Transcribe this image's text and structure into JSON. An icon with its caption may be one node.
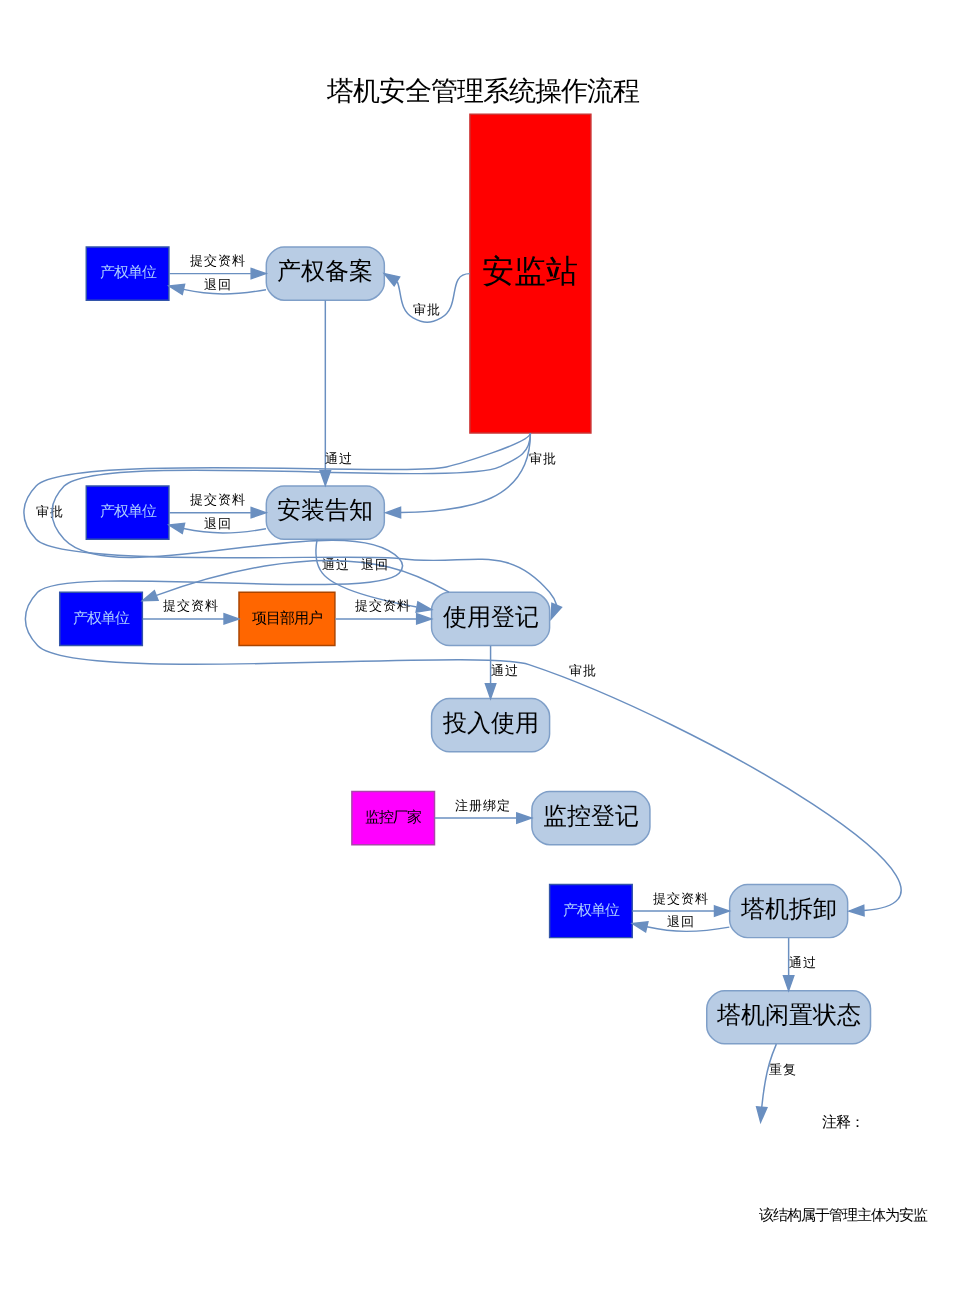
{
  "diagram": {
    "title": "塔机安全管理系统操作流程",
    "nodes": [
      {
        "text": [
          "产权单位"
        ]
      },
      {
        "text": [
          "产权备案"
        ]
      },
      {
        "text": [
          "安监站"
        ]
      },
      {
        "text": [
          "产权单位"
        ]
      },
      {
        "text": [
          "安装告知"
        ]
      },
      {
        "text": [
          "产权单位"
        ]
      },
      {
        "text": [
          "项目部用户"
        ]
      },
      {
        "text": [
          "使用登记"
        ]
      },
      {
        "text": [
          "投入使用"
        ]
      },
      {
        "text": [
          "监控厂家"
        ]
      },
      {
        "text": [
          "监控登记"
        ]
      },
      {
        "text": [
          "产权单位"
        ]
      },
      {
        "text": [
          "塔机拆卸"
        ]
      },
      {
        "text": [
          "塔机闲置状态"
        ]
      }
    ],
    "edges": [
      {
        "from": 0,
        "to": 1,
        "arrow": "to",
        "label": "提交资料"
      },
      {
        "from": 1,
        "to": 0,
        "arrow": "to",
        "label": "退回"
      },
      {
        "from": 2,
        "to": 1,
        "arrow": "to",
        "label": "审批"
      },
      {
        "from": 1,
        "to": 4,
        "arrow": "to",
        "label": "通过"
      },
      {
        "from": 3,
        "to": 4,
        "arrow": "to",
        "label": "提交资料"
      },
      {
        "from": 4,
        "to": 3,
        "arrow": "to",
        "label": "退回"
      },
      {
        "from": 2,
        "to": 4,
        "arrow": "to",
        "label": "审批"
      },
      {
        "from": 4,
        "to": 7,
        "arrow": "to",
        "label": "通过"
      },
      {
        "from": 5,
        "to": 6,
        "arrow": "to",
        "label": "提交资料"
      },
      {
        "from": 6,
        "to": 7,
        "arrow": "to",
        "label": "提交资料"
      },
      {
        "from": 7,
        "to": 5,
        "arrow": "to",
        "label": "退回"
      },
      {
        "from": 2,
        "to": 7,
        "arrow": "to",
        "label": "审批"
      },
      {
        "from": 7,
        "to": 8,
        "arrow": "to",
        "label": "通过"
      },
      {
        "from": 9,
        "to": 10,
        "arrow": "to",
        "label": "注册绑定"
      },
      {
        "from": 11,
        "to": 12,
        "arrow": "to",
        "label": "提交资料"
      },
      {
        "from": 12,
        "to": 11,
        "arrow": "to",
        "label": "退回"
      },
      {
        "from": 2,
        "to": 12,
        "arrow": "to",
        "label": "审批"
      },
      {
        "from": 12,
        "to": 13,
        "arrow": "to",
        "label": "通过"
      },
      {
        "from": 13,
        "to": null,
        "arrow": "to",
        "label": "重复"
      }
    ],
    "labels": [
      "注释：",
      "该结构属于管理主体为安监"
    ]
  }
}
